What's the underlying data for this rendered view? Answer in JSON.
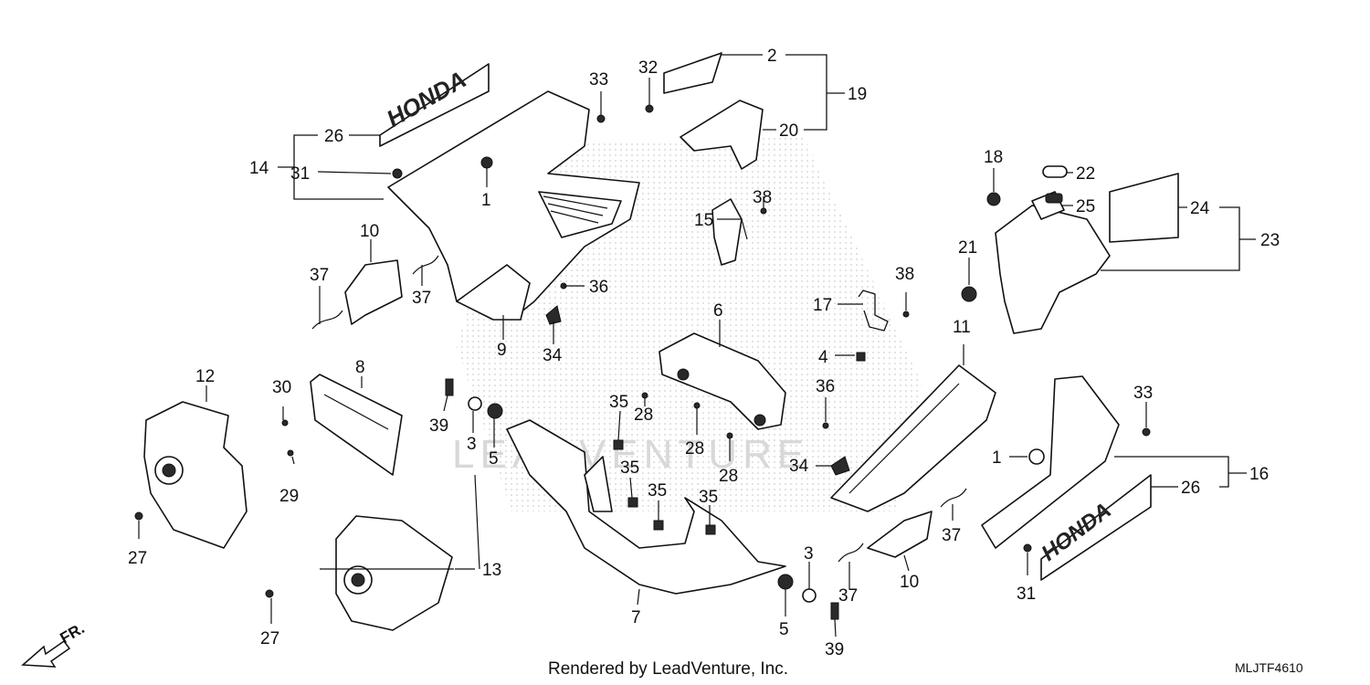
{
  "diagram": {
    "callouts": [
      "1",
      "2",
      "3",
      "4",
      "5",
      "6",
      "7",
      "8",
      "9",
      "10",
      "11",
      "12",
      "13",
      "14",
      "15",
      "16",
      "17",
      "18",
      "19",
      "20",
      "21",
      "22",
      "23",
      "24",
      "25",
      "26",
      "27",
      "28",
      "29",
      "30",
      "31",
      "32",
      "33",
      "34",
      "35",
      "36",
      "37",
      "38",
      "39"
    ],
    "emblem_text": "HONDA",
    "watermark_text": "LEADVENTURE",
    "footer": "Rendered by LeadVenture, Inc.",
    "diagram_code": "MLJTF4610",
    "front_indicator": "FR."
  }
}
